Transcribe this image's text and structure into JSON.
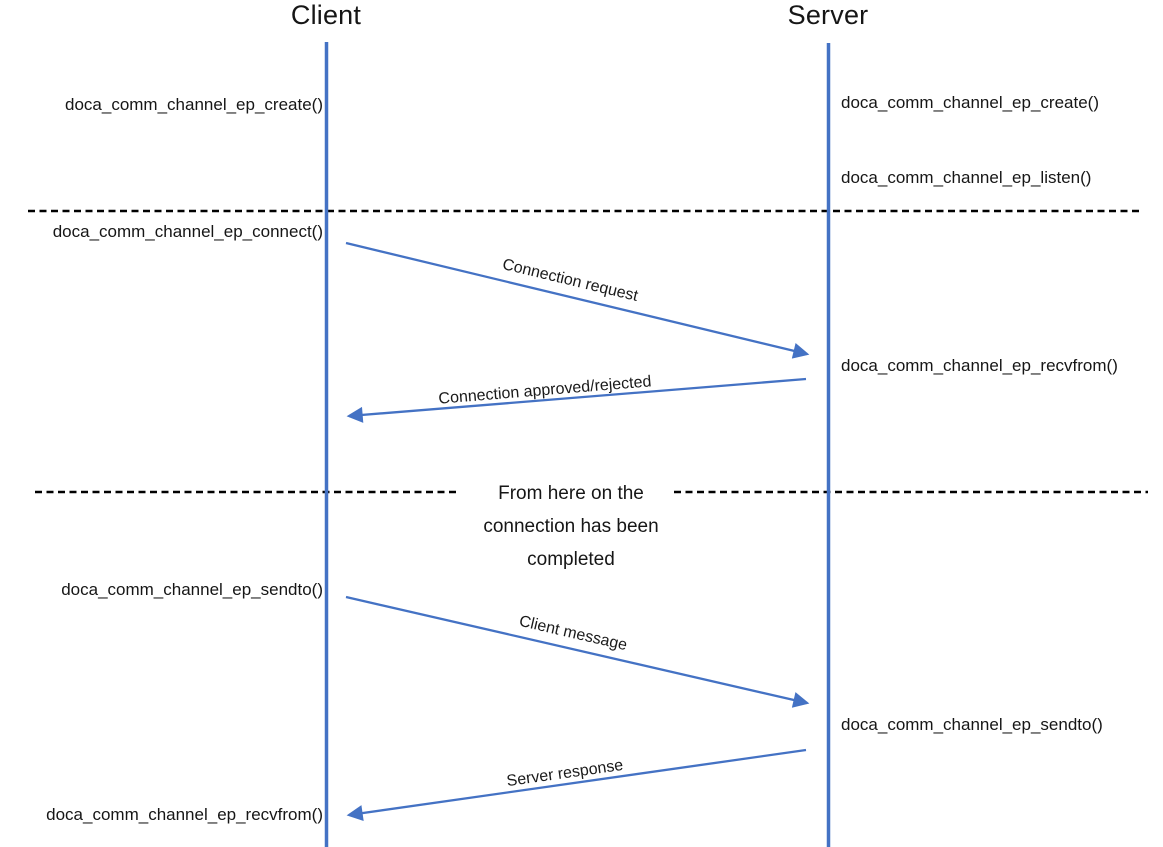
{
  "diagram_type": "sequence-diagram",
  "actors": {
    "client": "Client",
    "server": "Server"
  },
  "client_calls": [
    {
      "label": "doca_comm_channel_ep_create()"
    },
    {
      "label": "doca_comm_channel_ep_connect()"
    },
    {
      "label": "doca_comm_channel_ep_sendto()"
    },
    {
      "label": "doca_comm_channel_ep_recvfrom()"
    }
  ],
  "server_calls": [
    {
      "label": "doca_comm_channel_ep_create()"
    },
    {
      "label": "doca_comm_channel_ep_listen()"
    },
    {
      "label": "doca_comm_channel_ep_recvfrom()"
    },
    {
      "label": "doca_comm_channel_ep_sendto()"
    }
  ],
  "messages": [
    {
      "label": "Connection request",
      "from": "client",
      "to": "server"
    },
    {
      "label": "Connection approved/rejected",
      "from": "server",
      "to": "client"
    },
    {
      "label": "Client message",
      "from": "client",
      "to": "server"
    },
    {
      "label": "Server response",
      "from": "server",
      "to": "client"
    }
  ],
  "separator_note": {
    "line1": "From here on the",
    "line2": "connection has been",
    "line3": "completed"
  },
  "colors": {
    "accent": "#4472C4",
    "separator": "#000000",
    "text": "#161616"
  }
}
